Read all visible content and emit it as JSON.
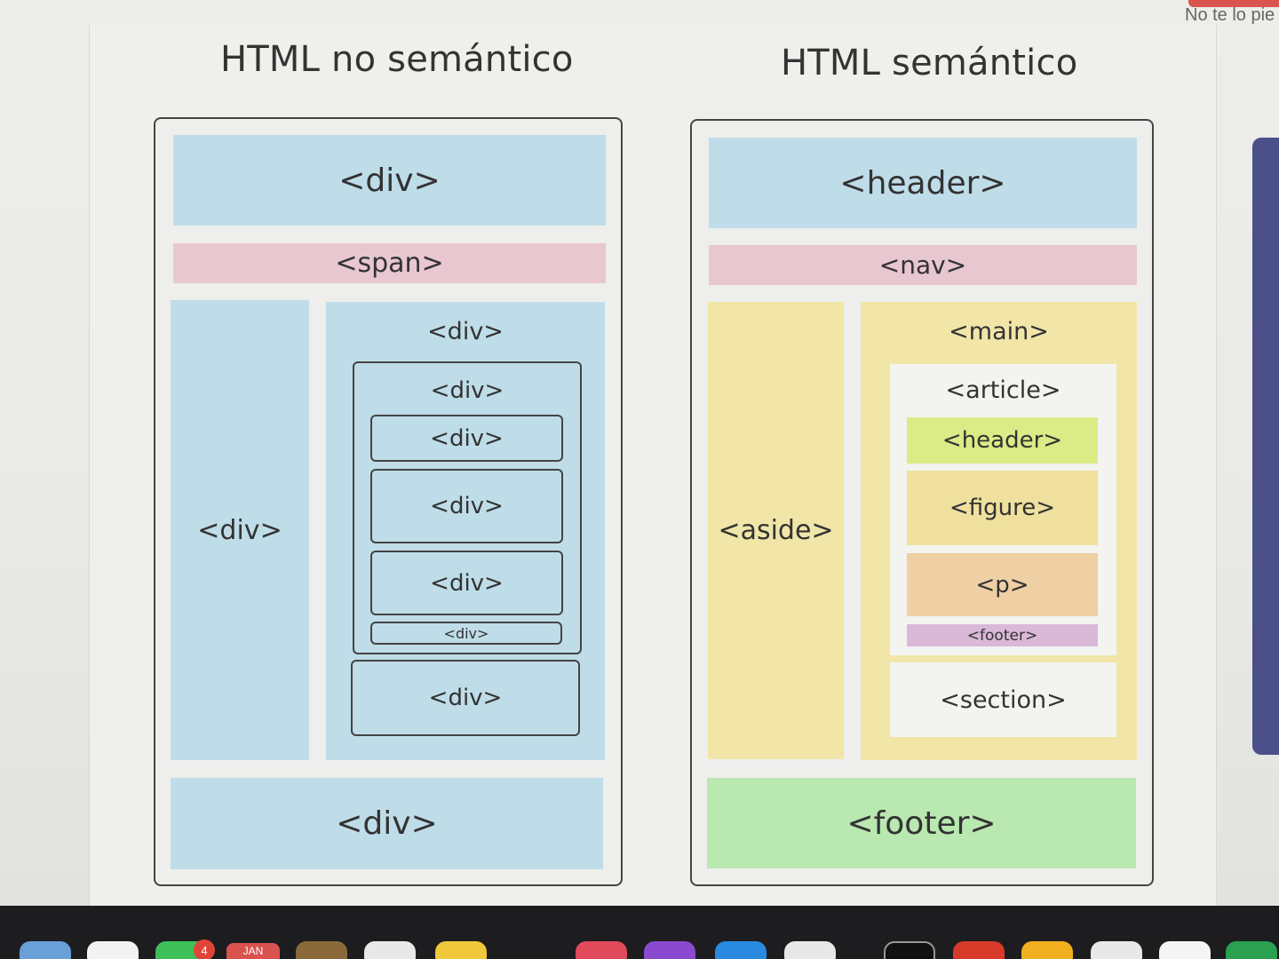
{
  "corner_text": "No te lo pie",
  "left": {
    "title": "HTML no semántico",
    "header": "<div>",
    "nav": "<span>",
    "sidebar": "<div>",
    "main": "<div>",
    "inner": "<div>",
    "inner_a": "<div>",
    "inner_b": "<div>",
    "inner_c": "<div>",
    "inner_d": "<div>",
    "section": "<div>",
    "footer": "<div>"
  },
  "right": {
    "title": "HTML semántico",
    "header": "<header>",
    "nav": "<nav>",
    "aside": "<aside>",
    "main": "<main>",
    "article": "<article>",
    "article_header": "<header>",
    "figure": "<figure>",
    "p": "<p>",
    "article_footer": "<footer>",
    "section": "<section>",
    "footer": "<footer>"
  },
  "dock": {
    "badge": "4",
    "calendar_month": "JAN"
  }
}
